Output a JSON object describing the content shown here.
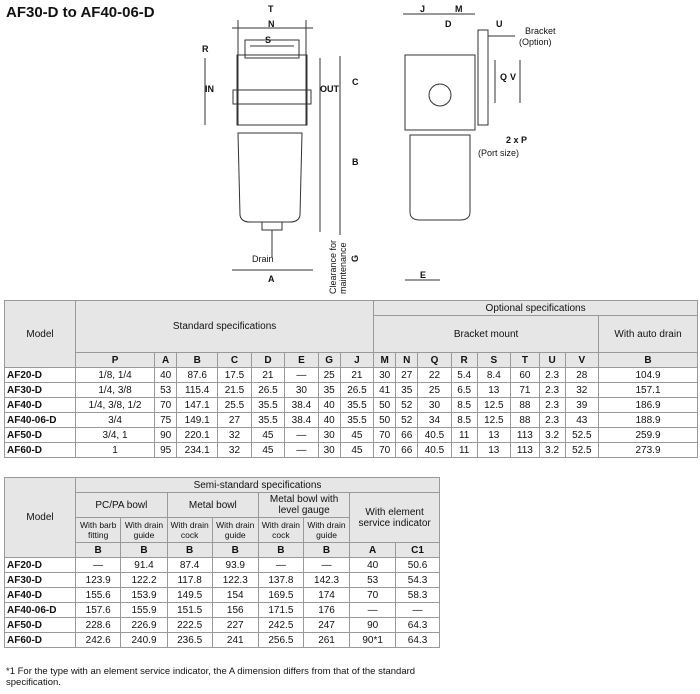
{
  "title": "AF30-D to AF40-06-D",
  "drawing_labels": {
    "T": "T",
    "N": "N",
    "S": "S",
    "R": "R",
    "IN": "IN",
    "OUT": "OUT",
    "C": "C",
    "B": "B",
    "A": "A",
    "drain": "Drain",
    "clearance": "Clearance for",
    "maintenance": "maintenance",
    "G": "G",
    "J": "J",
    "M": "M",
    "D": "D",
    "U": "U",
    "bracket": "Bracket",
    "option": "(Option)",
    "Q": "Q",
    "V": "V",
    "ports": "2 x P",
    "port_size": "(Port size)",
    "E": "E"
  },
  "table1": {
    "model_header": "Model",
    "standard_header": "Standard specifications",
    "optional_header": "Optional specifications",
    "bracket_header": "Bracket mount",
    "auto_header": "With auto drain",
    "columns": [
      "P",
      "A",
      "B",
      "C",
      "D",
      "E",
      "G",
      "J",
      "M",
      "N",
      "Q",
      "R",
      "S",
      "T",
      "U",
      "V",
      "B"
    ],
    "rows": [
      {
        "model": "AF20-D",
        "cells": [
          "1/8, 1/4",
          "40",
          "87.6",
          "17.5",
          "21",
          "—",
          "25",
          "21",
          "30",
          "27",
          "22",
          "5.4",
          "8.4",
          "60",
          "2.3",
          "28",
          "104.9"
        ]
      },
      {
        "model": "AF30-D",
        "cells": [
          "1/4, 3/8",
          "53",
          "115.4",
          "21.5",
          "26.5",
          "30",
          "35",
          "26.5",
          "41",
          "35",
          "25",
          "6.5",
          "13",
          "71",
          "2.3",
          "32",
          "157.1"
        ]
      },
      {
        "model": "AF40-D",
        "cells": [
          "1/4, 3/8, 1/2",
          "70",
          "147.1",
          "25.5",
          "35.5",
          "38.4",
          "40",
          "35.5",
          "50",
          "52",
          "30",
          "8.5",
          "12.5",
          "88",
          "2.3",
          "39",
          "186.9"
        ]
      },
      {
        "model": "AF40-06-D",
        "cells": [
          "3/4",
          "75",
          "149.1",
          "27",
          "35.5",
          "38.4",
          "40",
          "35.5",
          "50",
          "52",
          "34",
          "8.5",
          "12.5",
          "88",
          "2.3",
          "43",
          "188.9"
        ]
      },
      {
        "model": "AF50-D",
        "cells": [
          "3/4, 1",
          "90",
          "220.1",
          "32",
          "45",
          "—",
          "30",
          "45",
          "70",
          "66",
          "40.5",
          "11",
          "13",
          "113",
          "3.2",
          "52.5",
          "259.9"
        ]
      },
      {
        "model": "AF60-D",
        "cells": [
          "1",
          "95",
          "234.1",
          "32",
          "45",
          "—",
          "30",
          "45",
          "70",
          "66",
          "40.5",
          "11",
          "13",
          "113",
          "3.2",
          "52.5",
          "273.9"
        ]
      }
    ]
  },
  "table2": {
    "model_header": "Model",
    "semi_header": "Semi-standard specifications",
    "pcpa": "PC/PA bowl",
    "metal": "Metal bowl",
    "metal_level": "Metal bowl with level gauge",
    "element": "With element service indicator",
    "sub": [
      "With barb fitting",
      "With drain guide",
      "With drain cock",
      "With drain guide",
      "With drain cock",
      "With drain guide"
    ],
    "columns": [
      "B",
      "B",
      "B",
      "B",
      "B",
      "B",
      "A",
      "C1"
    ],
    "rows": [
      {
        "model": "AF20-D",
        "cells": [
          "—",
          "91.4",
          "87.4",
          "93.9",
          "—",
          "—",
          "40",
          "50.6"
        ]
      },
      {
        "model": "AF30-D",
        "cells": [
          "123.9",
          "122.2",
          "117.8",
          "122.3",
          "137.8",
          "142.3",
          "53",
          "54.3"
        ]
      },
      {
        "model": "AF40-D",
        "cells": [
          "155.6",
          "153.9",
          "149.5",
          "154",
          "169.5",
          "174",
          "70",
          "58.3"
        ]
      },
      {
        "model": "AF40-06-D",
        "cells": [
          "157.6",
          "155.9",
          "151.5",
          "156",
          "171.5",
          "176",
          "—",
          "—"
        ]
      },
      {
        "model": "AF50-D",
        "cells": [
          "228.6",
          "226.9",
          "222.5",
          "227",
          "242.5",
          "247",
          "90",
          "64.3"
        ]
      },
      {
        "model": "AF60-D",
        "cells": [
          "242.6",
          "240.9",
          "236.5",
          "241",
          "256.5",
          "261",
          "90*1",
          "64.3"
        ]
      }
    ]
  },
  "note": "*1  For the type with an element service indicator, the A dimension differs from that of the standard specification."
}
